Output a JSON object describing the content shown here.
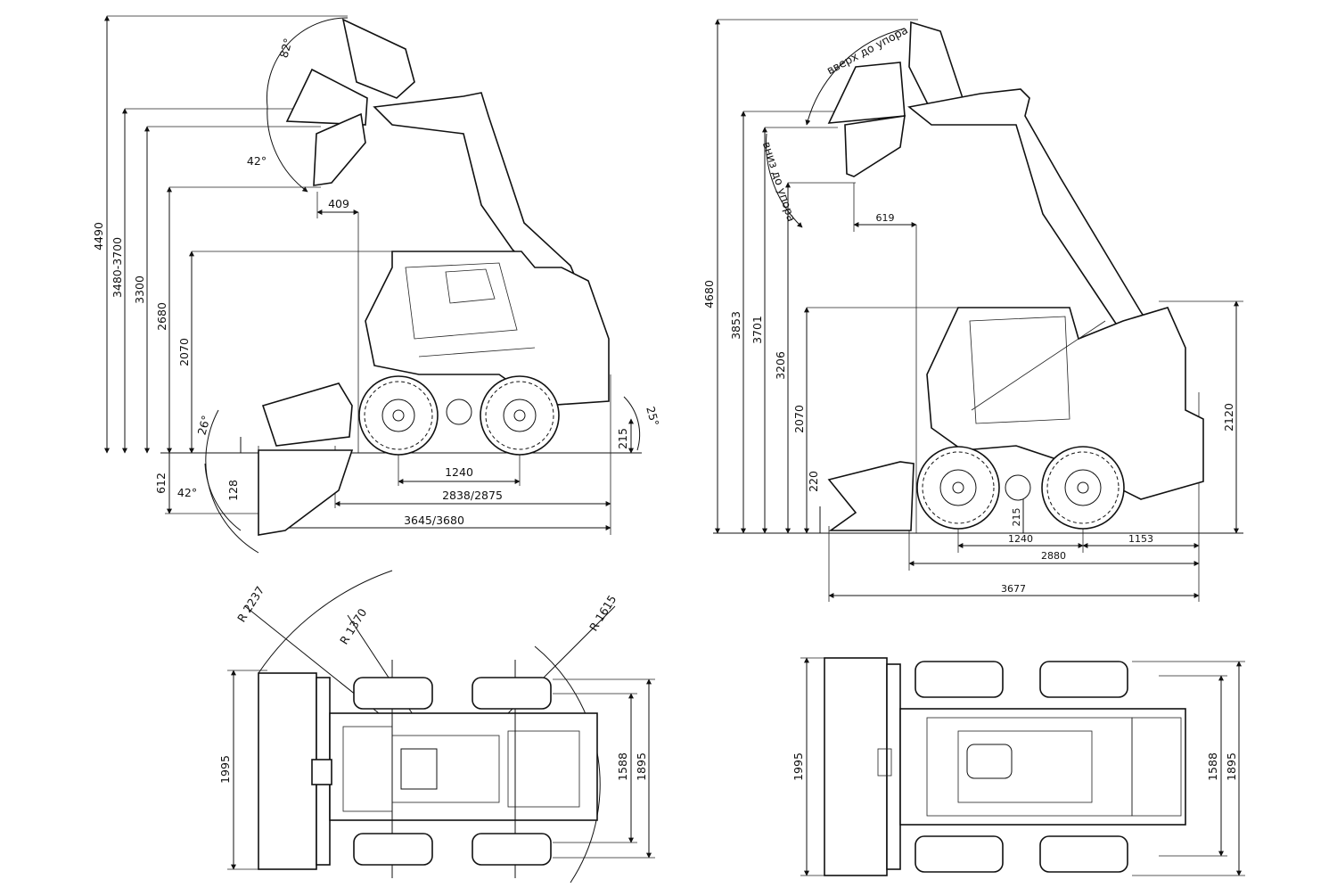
{
  "side_view_left": {
    "heights": [
      "4490",
      "3480-3700",
      "3300",
      "2680",
      "2070"
    ],
    "angles": [
      "82°",
      "42°",
      "26°",
      "42°",
      "25°"
    ],
    "offsets": [
      "409",
      "612",
      "128",
      "215"
    ],
    "lengths": [
      "1240",
      "2838/2875",
      "3645/3680"
    ]
  },
  "side_view_right": {
    "heights": [
      "4680",
      "3853",
      "3701",
      "3206",
      "2070",
      "220",
      "2120"
    ],
    "arc_labels": [
      "вверх до упора",
      "вниз до упора"
    ],
    "offsets": [
      "619",
      "215"
    ],
    "lengths": [
      "1240",
      "1153",
      "2880",
      "3677"
    ]
  },
  "top_view_left": {
    "radii": [
      "R 2237",
      "R 1370",
      "R 1615"
    ],
    "widths": [
      "1995",
      "1588",
      "1895"
    ]
  },
  "top_view_right": {
    "widths": [
      "1995",
      "1588",
      "1895"
    ]
  }
}
